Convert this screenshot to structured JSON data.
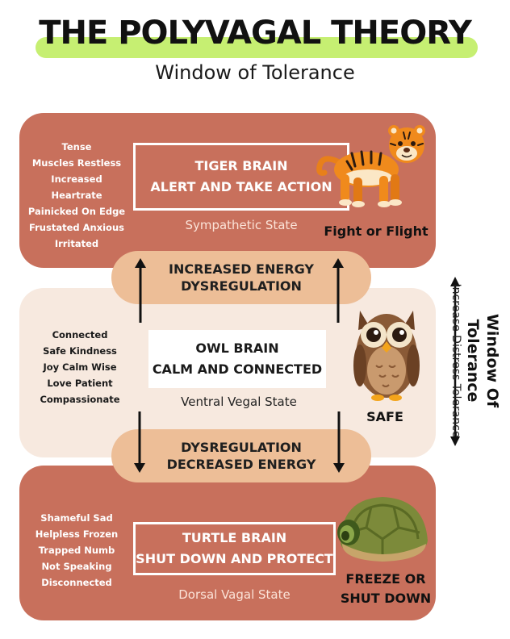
{
  "header": {
    "title": "THE POLYVAGAL THEORY",
    "subtitle": "Window of Tolerance",
    "accent_color": "#c6ef72"
  },
  "colors": {
    "outer_panel": "#c8705c",
    "middle_panel": "#f7e9df",
    "transition_pill": "#edbe97"
  },
  "top": {
    "box_line1": "TIGER BRAIN",
    "box_line2": "ALERT AND TAKE ACTION",
    "state": "Sympathetic State",
    "response": "Fight or Flight",
    "words": [
      "Tense",
      "Muscles Restless",
      "Increased Heartrate",
      "Painicked  On Edge",
      "Frustated  Anxious",
      "Irritated"
    ],
    "icon": "tiger-illustration"
  },
  "pill_up": {
    "line1": "INCREASED ENERGY",
    "line2": "DYSREGULATION"
  },
  "middle": {
    "box_line1": "OWL BRAIN",
    "box_line2": "CALM AND CONNECTED",
    "state": "Ventral Vegal State",
    "response": "SAFE",
    "words": [
      "Connected",
      "Safe  Kindness",
      "Joy  Calm  Wise",
      "Love  Patient",
      "Compassionate"
    ],
    "icon": "owl-illustration"
  },
  "pill_down": {
    "line1": "DYSREGULATION",
    "line2": "DECREASED ENERGY"
  },
  "bottom": {
    "box_line1": "TURTLE BRAIN",
    "box_line2": "SHUT DOWN AND PROTECT",
    "state": "Dorsal Vagal State",
    "response_line1": "FREEZE OR",
    "response_line2": "SHUT DOWN",
    "words": [
      "Shameful  Sad",
      "Helpless  Frozen",
      "Trapped  Numb",
      "Not Speaking",
      "Disconnected"
    ],
    "icon": "turtle-illustration"
  },
  "window_of_tolerance": {
    "title": "Window Of Tolerance",
    "subtitle": "Increase Distress Tolerance",
    "icon": "double-arrow-icon"
  }
}
